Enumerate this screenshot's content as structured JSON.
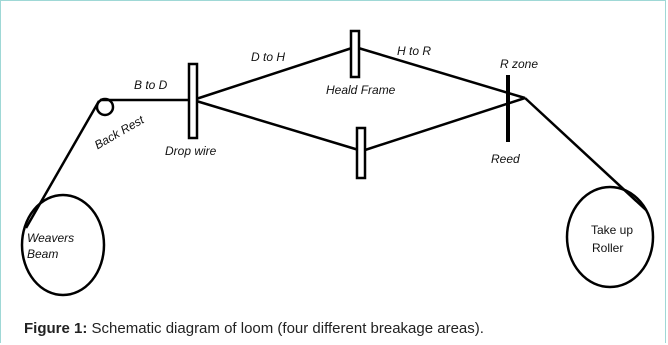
{
  "labels": {
    "b_to_d": "B to D",
    "d_to_h": "D to H",
    "h_to_r": "H to R",
    "r_zone": "R zone",
    "heald_frame": "Heald Frame",
    "back_rest": "Back Rest",
    "drop_wire": "Drop wire",
    "reed": "Reed",
    "weavers_beam_1": "Weavers",
    "weavers_beam_2": "Beam",
    "take_up_1": "Take up",
    "take_up_2": "Roller"
  },
  "caption": {
    "prefix": "Figure 1:",
    "text": " Schematic diagram of loom (four different breakage areas)."
  }
}
